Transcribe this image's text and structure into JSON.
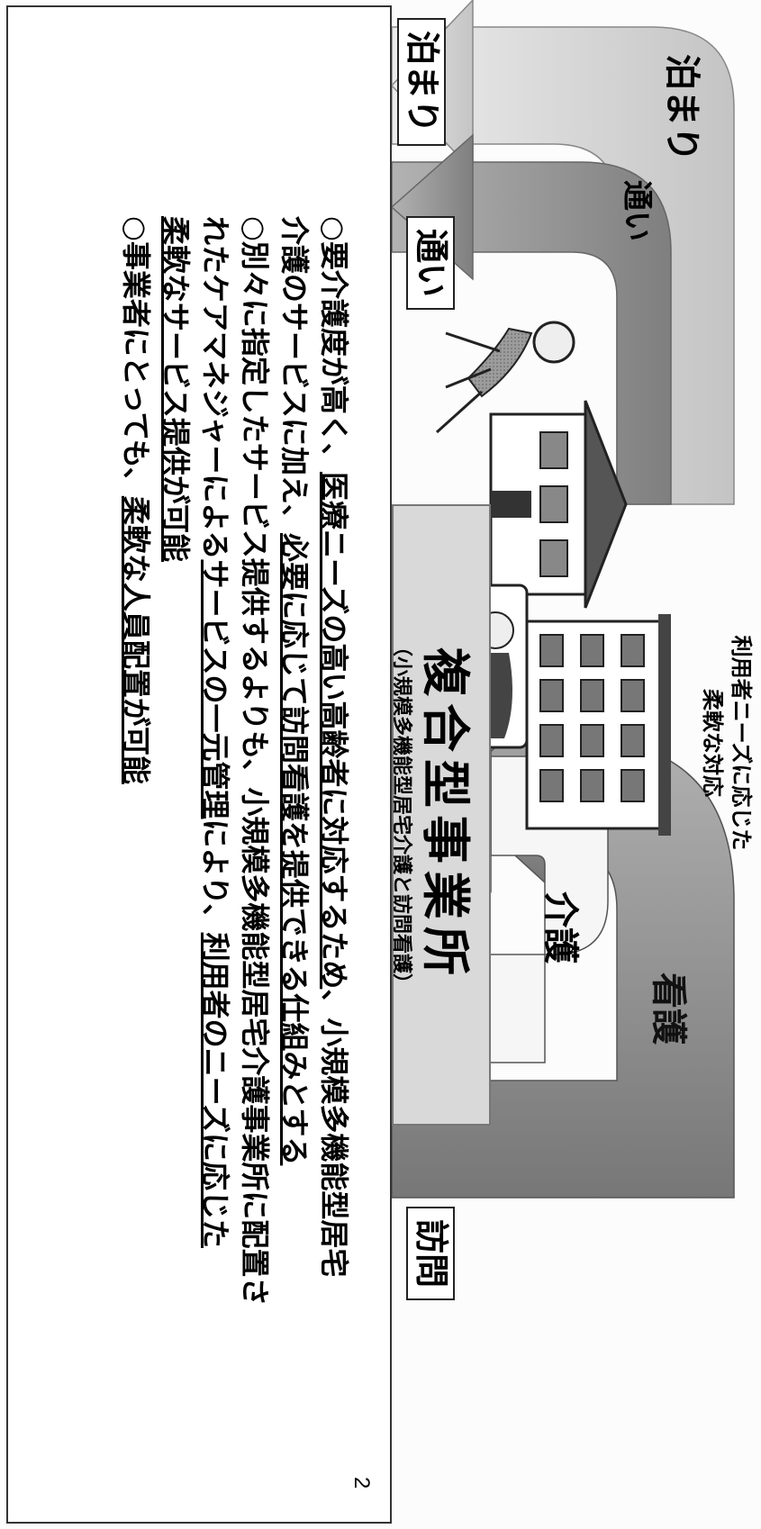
{
  "caption": {
    "line1": "利用者ニーズに応じた",
    "line2": "柔軟な対応"
  },
  "arrows": {
    "overnight_label": "泊まり",
    "dayuse_label": "通い",
    "nursing_label": "看護",
    "care_label": "介護"
  },
  "places": {
    "overnight": "泊まり",
    "dayuse": "通い",
    "visit": "訪問"
  },
  "facility": {
    "title": "複合型事業所",
    "subtitle": "（小規模多機能型居宅介護と訪問看護）"
  },
  "bullets": [
    {
      "segments": [
        {
          "text": "○要介護度が高く、",
          "u": false
        },
        {
          "text": "医療ニーズの高い高齢者に対応するため",
          "u": true
        },
        {
          "text": "、小規模多機能型居宅",
          "u": false
        }
      ]
    },
    {
      "segments": [
        {
          "text": "介護のサービスに加え、",
          "u": false
        },
        {
          "text": "必要に応じて訪問看護を提供できる仕組みとする",
          "u": true
        }
      ]
    },
    {
      "segments": [
        {
          "text": "○別々に指定したサービス提供するよりも、小規模多機能型居宅介護事業所に配置さ",
          "u": false
        }
      ]
    },
    {
      "segments": [
        {
          "text": "れたケアマネジャーによる",
          "u": false
        },
        {
          "text": "サービスの一元管理",
          "u": true
        },
        {
          "text": "により、",
          "u": false
        },
        {
          "text": "利用者のニーズに応じた",
          "u": true
        }
      ]
    },
    {
      "segments": [
        {
          "text": "柔軟なサービス提供が可能",
          "u": true
        }
      ]
    },
    {
      "segments": [
        {
          "text": "○事業者にとっても、",
          "u": false
        },
        {
          "text": "柔軟な人員配置が可能",
          "u": true
        }
      ]
    }
  ],
  "page_number": "2",
  "colors": {
    "overnight_arrow": "#d8d8d8",
    "dayuse_arrow": "#9a9a9a",
    "nursing_arrow": "#8f8f8f",
    "care_arrow": "#f4f4f4",
    "facility_box": "#d9d9d9"
  }
}
